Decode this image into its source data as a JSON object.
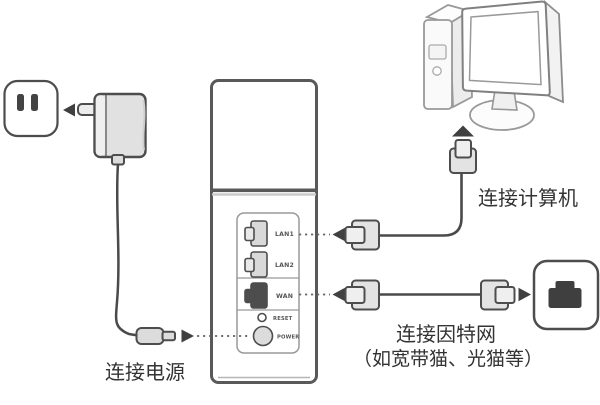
{
  "diagram_title": "router-connection-diagram",
  "labels": {
    "connect_power": "连接电源",
    "connect_computer": "连接计算机",
    "connect_internet_line1": "连接因特网",
    "connect_internet_line2": "（如宽带猫、光猫等）"
  },
  "device": {
    "ports": [
      {
        "label": "LAN1",
        "type": "rj45-light"
      },
      {
        "label": "LAN2",
        "type": "rj45-light"
      },
      {
        "label": "WAN",
        "type": "rj45-dark"
      },
      {
        "label": "RESET",
        "type": "pinhole"
      },
      {
        "label": "POWER",
        "type": "round-button"
      }
    ]
  },
  "icons": {
    "left": [
      "power-outlet-icon",
      "power-adapter-icon",
      "dc-plug-icon"
    ],
    "right": [
      "desktop-computer-icon",
      "ethernet-connector-icon",
      "internet-jack-icon"
    ],
    "arrows": [
      "arrow-to-outlet",
      "arrow-to-power-port",
      "arrow-to-lan1-port",
      "arrow-to-wan-port",
      "arrow-to-computer",
      "arrow-to-internet"
    ]
  },
  "colors": {
    "outline_dark": "#4d4d4d",
    "device_outline": "#595959",
    "cable": "#4a4a4a",
    "fill_light": "#e3e3e3",
    "fill_lighter": "#f0f0f0",
    "port_dark": "#404040",
    "panel_outline": "#999999",
    "label_text": "#333333",
    "dotted_line": "#666666"
  }
}
